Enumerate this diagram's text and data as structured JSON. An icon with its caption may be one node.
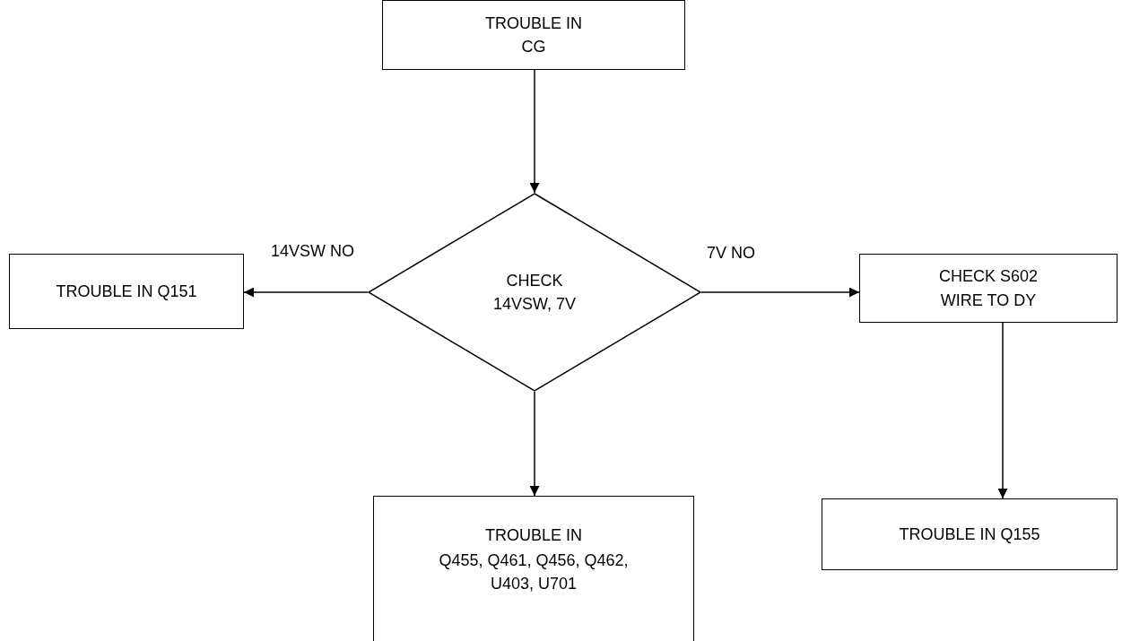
{
  "diagram": {
    "nodes": [
      {
        "text": [
          "TROUBLE IN CG"
        ]
      },
      {
        "text": [
          "CHECK 14VSW, 7V"
        ]
      },
      {
        "text": [
          "TROUBLE IN Q151"
        ]
      },
      {
        "text": [
          "CHECK S602 WIRE TO DY"
        ]
      },
      {
        "text": [
          "TROUBLE IN",
          "Q455, Q461, Q456, Q462, U403, U701"
        ]
      },
      {
        "text": [
          "TROUBLE IN Q155"
        ]
      }
    ],
    "edges": [
      {
        "from": 0,
        "to": 1,
        "arrow": "to"
      },
      {
        "from": 1,
        "to": 2,
        "arrow": "to",
        "label": "14VSW NO"
      },
      {
        "from": 1,
        "to": 3,
        "arrow": "to",
        "label": "7V NO"
      },
      {
        "from": 1,
        "to": 4,
        "arrow": "to"
      },
      {
        "from": 3,
        "to": 5,
        "arrow": "to"
      }
    ]
  }
}
